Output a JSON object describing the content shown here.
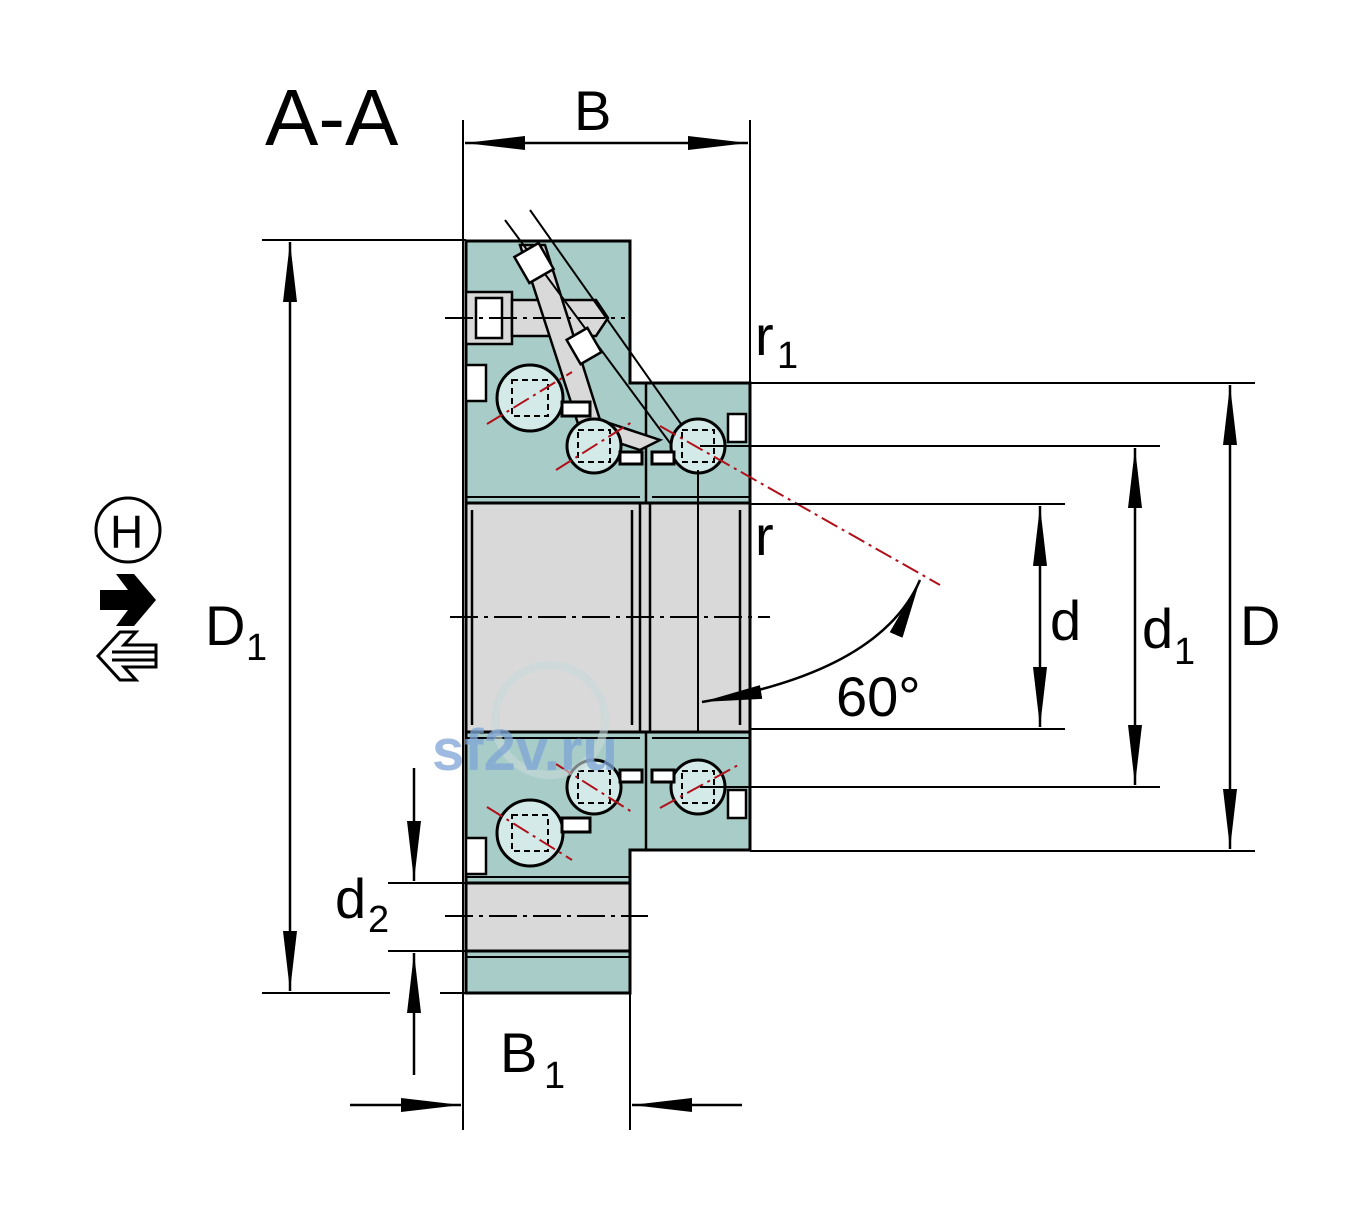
{
  "section_title": "A-A",
  "dimensions": {
    "B": "B",
    "B1_main": "B",
    "B1_sub": "1",
    "D1_main": "D",
    "D1_sub": "1",
    "D": "D",
    "d": "d",
    "d1_main": "d",
    "d1_sub": "1",
    "d2_main": "d",
    "d2_sub": "2",
    "r": "r",
    "r1_main": "r",
    "r1_sub": "1",
    "angle": "60°"
  },
  "legend": {
    "circle_letter": "H",
    "icons": [
      "arrow-right-solid-icon",
      "arrow-left-outline-icon"
    ]
  },
  "watermark": "sf2v.ru",
  "colors": {
    "ring": "#a8cdc9",
    "bore": "#d9d9d9",
    "ball": "#d3eae8",
    "line": "#000000",
    "contact_line": "#b0101a",
    "watermark": "#7ea4d6"
  }
}
